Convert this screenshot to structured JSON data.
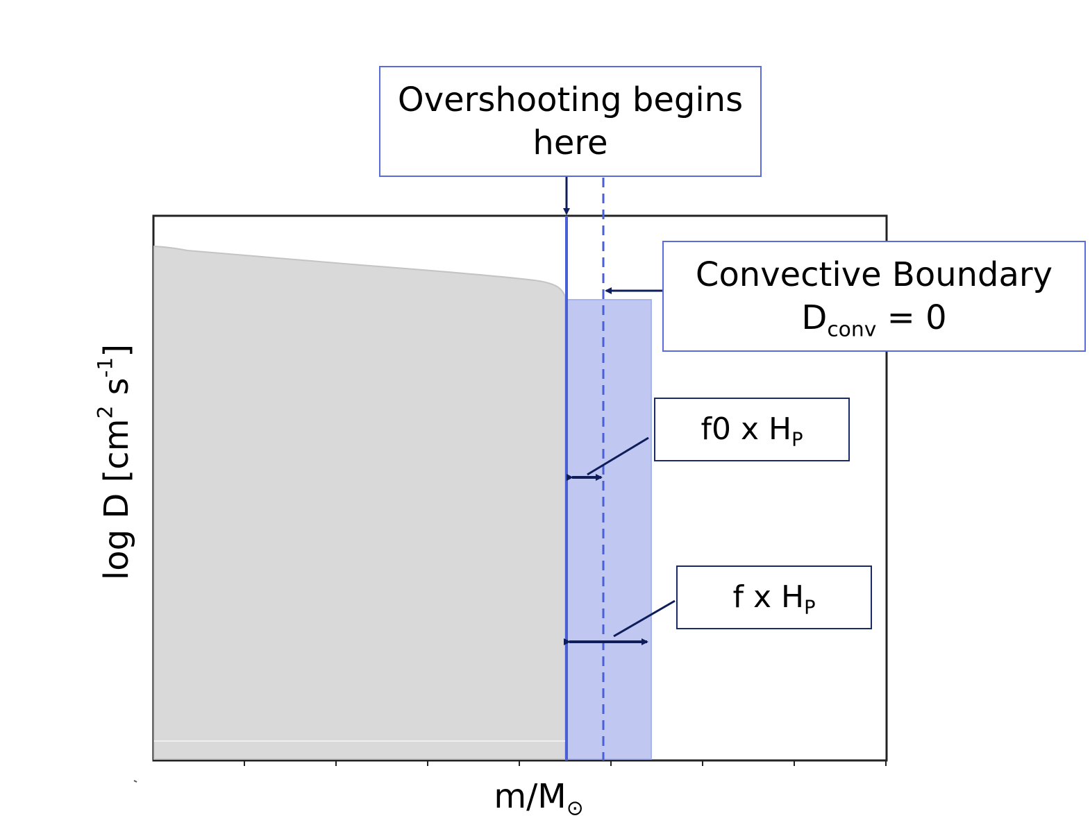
{
  "labels": {
    "overshoot": {
      "line1": "Overshooting begins",
      "line2": "here"
    },
    "boundary": {
      "line1": "Convective Boundary",
      "d_main": "D",
      "d_sub": "conv",
      "d_rest": " = 0"
    },
    "f0": {
      "main": "f0 x H",
      "sub": "P"
    },
    "f": {
      "main": "f x H",
      "sub": "P"
    }
  },
  "axes": {
    "y": {
      "main": "log D [cm",
      "sup1": "2",
      "mid": " s",
      "sup2": "-1",
      "end": "]"
    },
    "x": {
      "main": "m/M",
      "sun": "⊙"
    }
  },
  "colors": {
    "solid_line": "#4a5fd6",
    "dashed_line": "#4a5fd6",
    "shaded_region": "#c0c8f2",
    "convective_region": "#d9d9d9",
    "arrows": "#0f1e5a",
    "box_border": "#5a6ad8"
  }
}
